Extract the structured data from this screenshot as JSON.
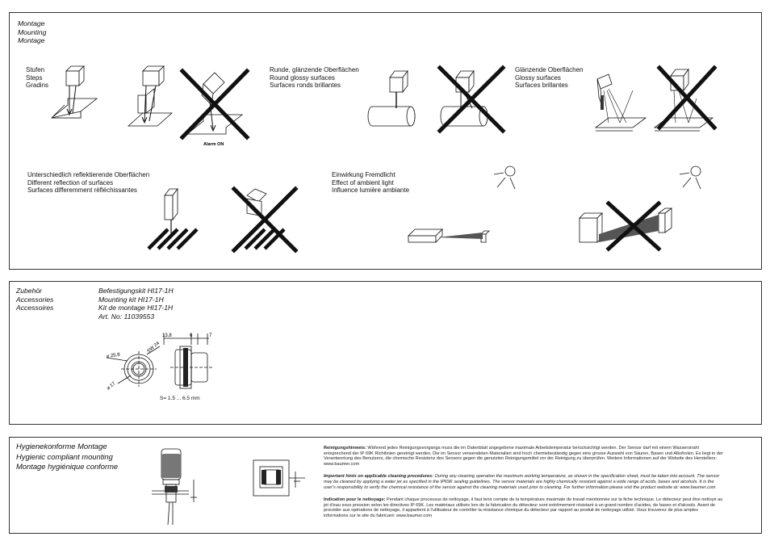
{
  "mounting": {
    "title": [
      "Montage",
      "Mounting",
      "Montage"
    ],
    "steps": [
      "Stufen",
      "Steps",
      "Gradins"
    ],
    "alarm_label": "Alarm ON",
    "round_glossy": [
      "Runde, glänzende Oberflächen",
      "Round glossy surfaces",
      "Surfaces ronds brillantes"
    ],
    "glossy": [
      "Glänzende Oberflächen",
      "Glossy surfaces",
      "Surfaces brillantes"
    ],
    "different_reflection": [
      "Unterschiedlich reflektierende Oberflächen",
      "Different reflection of surfaces",
      "Surfaces differemment réfléchissantes"
    ],
    "ambient_light": [
      "Einwirkung Fremdlicht",
      "Effect of ambient light",
      "Influence lumière ambiante"
    ]
  },
  "accessories": {
    "title": [
      "Zubehör",
      "Accessories",
      "Accessoires"
    ],
    "kit": [
      "Befestigungskit HI17-1H",
      "Mounting kit HI17-1H",
      "Kit de montage HI17-1H",
      "Art. No: 11039553"
    ],
    "dims": {
      "d258": "⌀ 25,8",
      "d17": "⌀ 17",
      "sw24": "SW 24",
      "w138": "13,8",
      "w6": "6",
      "w7": "7",
      "range": "S= 1.5 ... 6.5 mm"
    }
  },
  "hygienic": {
    "title": [
      "Hygienekonforme Montage",
      "Hygienic compliant mounting",
      "Montage hygiénique conforme"
    ],
    "de_head": "Reinigungshinweis:",
    "de_body": " Während jedes Reinigungsvorgangs muss die im Datenblatt angegebene maximale Arbeitstemperatur berücksichtigt werden. Der Sensor darf mit einem Wasserstrahl entsprechend der IP 69K Richtlinien gereinigt werden. Die im Sensor verwendeten Materialien sind hoch chemiebeständig gegen eine grosse Auswahl von Säuren, Basen und Alkoholen. Es liegt in der Verantwortung des Benutzers, die chemische Resistenz des Sensors gegen die genutzten Reinigungsmittel vor der Reinigung zu überprüfen. Weitere Informationen auf der Website des Herstellers: www.baumer.com",
    "en_head": "Important hints on applicable cleaning procedures:",
    "en_body": " During any cleaning operation the maximum working temperature, as shown in the specification sheet, must be taken into account. The sensor may be cleaned by applying a water jet as specified in the IP69K sealing guidelines. The sensor materials are highly chemically resistant against a wide range of acids, bases and alcohols. It is the user's responsibility to verify the chemical resistance of the sensor against the cleaning materials used prior to cleaning. For further information please visit the product website at: www.baumer.com",
    "fr_head": "Indication pour le nettoyage:",
    "fr_body": " Pendant chaque processus de nettoyage, il faut tenir compte de la température maximale de travail mentionnée sur la fiche technique. Le détecteur peut être nettoyé au jet d'eau sous pression selon les directives IP 69K. Les matériaux utilisés lors de la fabrication du détecteur sont extrêmement résistant à un grand nombre d'acides, de bases et d'alcools. Avant de procéder aux opérations de nettoyage, il appartient à l'utilisateur de contrôler la résistance chimique du détecteur par rapport au produit de nettoyage utilisé. Vous trouverez de plus amples informations sur le site du fabricant: www.baumer.com"
  }
}
